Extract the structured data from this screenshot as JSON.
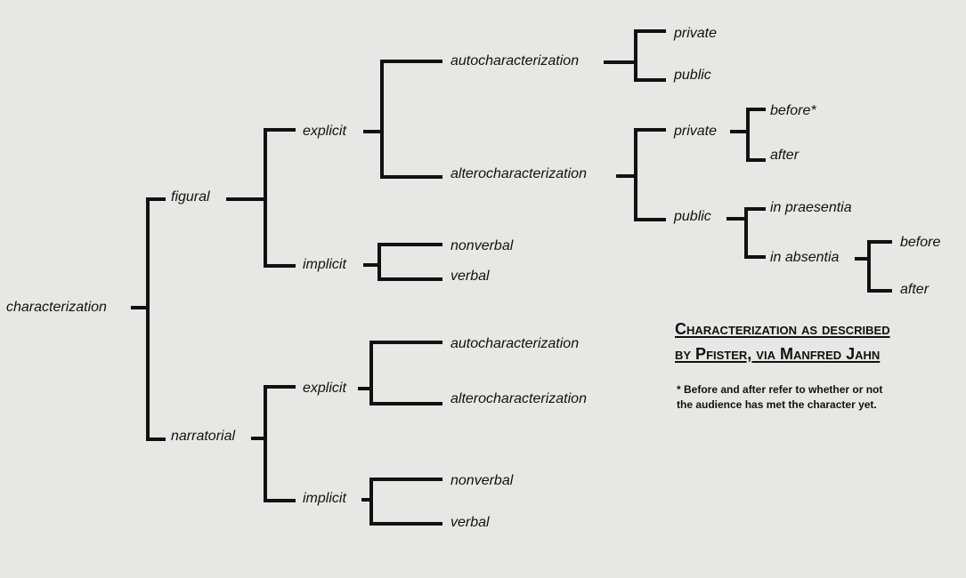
{
  "title": {
    "line1": "Characterization as described",
    "line2": "by Pfister, via Manfred Jahn"
  },
  "footnote": {
    "line1": "* Before and after refer to whether or not",
    "line2": "the audience has met the character yet."
  },
  "tree": {
    "root": "characterization",
    "figural": {
      "label": "figural",
      "explicit": {
        "label": "explicit",
        "autocharacterization": {
          "label": "autocharacterization",
          "private": "private",
          "public": "public"
        },
        "alterocharacterization": {
          "label": "alterocharacterization",
          "private": {
            "label": "private",
            "before": "before*",
            "after": "after"
          },
          "public": {
            "label": "public",
            "in_praesentia": "in praesentia",
            "in_absentia": {
              "label": "in absentia",
              "before": "before",
              "after": "after"
            }
          }
        }
      },
      "implicit": {
        "label": "implicit",
        "nonverbal": "nonverbal",
        "verbal": "verbal"
      }
    },
    "narratorial": {
      "label": "narratorial",
      "explicit": {
        "label": "explicit",
        "autocharacterization": "autocharacterization",
        "alterocharacterization": "alterocharacterization"
      },
      "implicit": {
        "label": "implicit",
        "nonverbal": "nonverbal",
        "verbal": "verbal"
      }
    }
  }
}
